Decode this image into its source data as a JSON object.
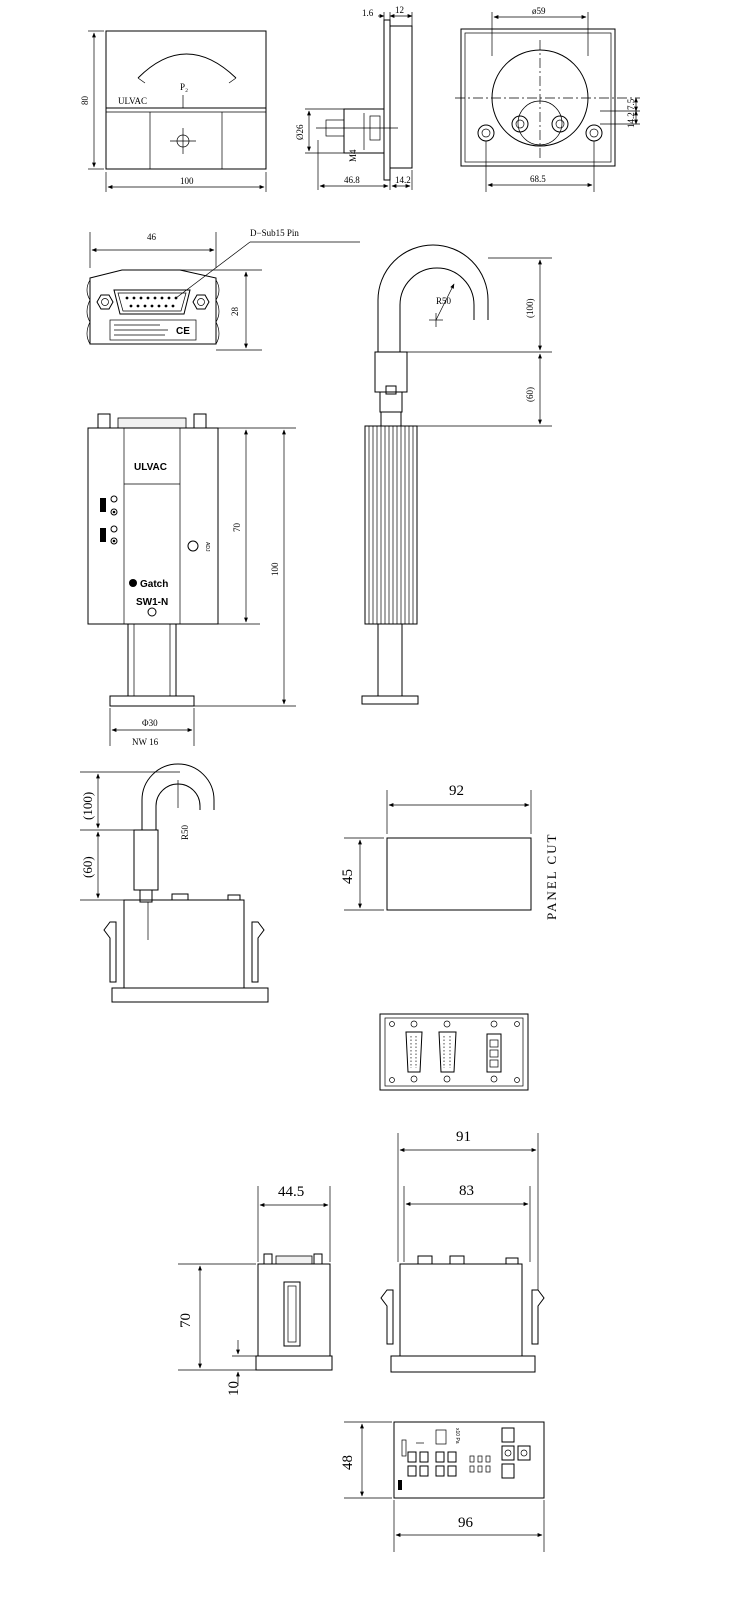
{
  "meter": {
    "w": "100",
    "h": "80",
    "scale_label": "P₂",
    "brand": "ULVAC"
  },
  "side": {
    "d1": "1.6",
    "d2": "12",
    "d3": "Ø26",
    "d4": "M4",
    "d5": "46.8",
    "d6": "14.2"
  },
  "back": {
    "top": "ø59",
    "bottom": "68.5",
    "v1": "7.5",
    "v2": "14.2"
  },
  "dsub": {
    "w": "46",
    "h": "28",
    "label": "D−Sub15 Pin",
    "ce": "CE"
  },
  "cable_a": {
    "d100": "(100)",
    "d60": "(60)",
    "r": "R50"
  },
  "gauge": {
    "brand": "ULVAC",
    "model_brand": "Gatch",
    "model": "SW1-N",
    "h70": "70",
    "h100": "100",
    "phi": "Φ30",
    "nw": "NW 16"
  },
  "cable_b": {
    "d100": "(100)",
    "d60": "(60)",
    "r": "R50"
  },
  "panel": {
    "w": "92",
    "h": "45",
    "label": "PANEL CUT"
  },
  "rear_view": {},
  "box": {
    "w445": "44.5",
    "h70": "70",
    "h10": "10",
    "w91": "91",
    "w83": "83"
  },
  "front": {
    "h48": "48",
    "w96": "96",
    "unit": "x10 Pa"
  }
}
